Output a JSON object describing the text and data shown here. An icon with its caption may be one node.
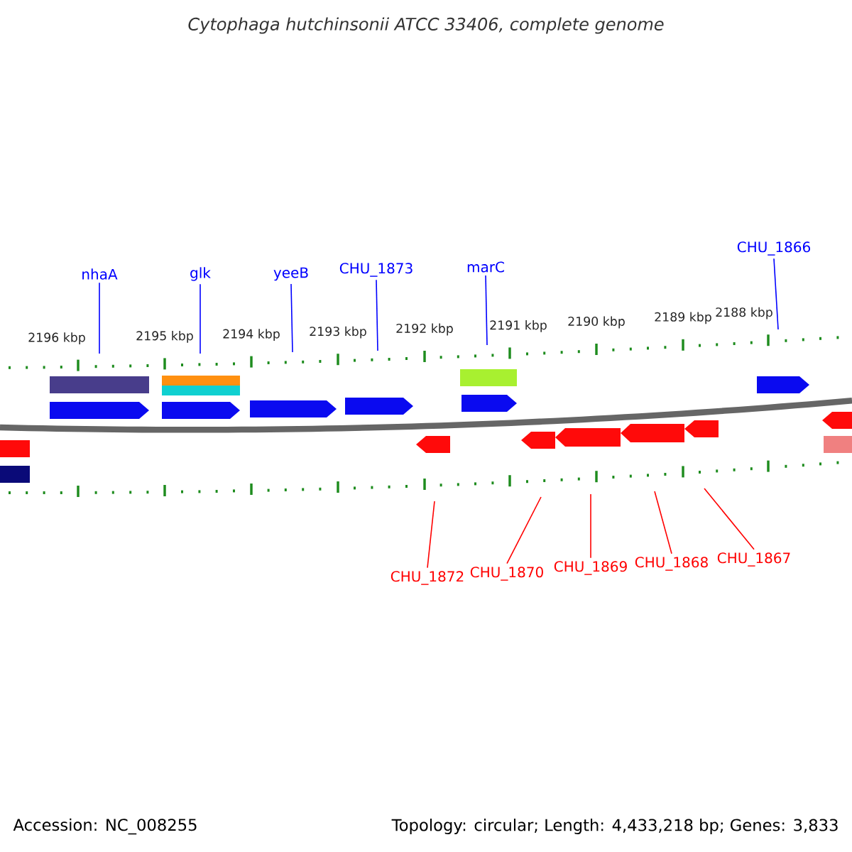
{
  "diagram": {
    "title": "Cytophaga hutchinsonii ATCC 33406, complete genome",
    "nodes": [
      {
        "text": [
          "nhaA"
        ]
      },
      {
        "text": [
          "glk"
        ]
      },
      {
        "text": [
          "yeeB"
        ]
      },
      {
        "text": [
          "CHU_1873"
        ]
      },
      {
        "text": [
          "marC"
        ]
      },
      {
        "text": [
          "CHU_1866"
        ]
      },
      {
        "text": [
          "CHU_1872"
        ]
      },
      {
        "text": [
          "CHU_1870"
        ]
      },
      {
        "text": [
          "CHU_1869"
        ]
      },
      {
        "text": [
          "CHU_1868"
        ]
      },
      {
        "text": [
          "CHU_1867"
        ]
      }
    ],
    "edges": [
      {
        "from": 0,
        "to": null,
        "arrow": "none"
      },
      {
        "from": 1,
        "to": null,
        "arrow": "none"
      },
      {
        "from": 2,
        "to": null,
        "arrow": "none"
      },
      {
        "from": 3,
        "to": null,
        "arrow": "none"
      },
      {
        "from": 4,
        "to": null,
        "arrow": "none"
      },
      {
        "from": 5,
        "to": null,
        "arrow": "none"
      },
      {
        "from": 6,
        "to": null,
        "arrow": "none",
        "color": "#ff0000"
      },
      {
        "from": 7,
        "to": null,
        "arrow": "none",
        "color": "#ff0000"
      },
      {
        "from": 8,
        "to": null,
        "arrow": "none",
        "color": "#ff0000"
      },
      {
        "from": 9,
        "to": null,
        "arrow": "none",
        "color": "#ff0000"
      },
      {
        "from": 10,
        "to": null,
        "arrow": "none",
        "color": "#ff0000"
      }
    ],
    "labels": [
      "2196 kbp",
      "2195 kbp",
      "2194 kbp",
      "2193 kbp",
      "2192 kbp",
      "2191 kbp",
      "2190 kbp",
      "2189 kbp",
      "2188 kbp",
      "Accession: NC_008255",
      "Topology: circular; Length: 4,433,218 bp; Genes: 3,833"
    ]
  }
}
